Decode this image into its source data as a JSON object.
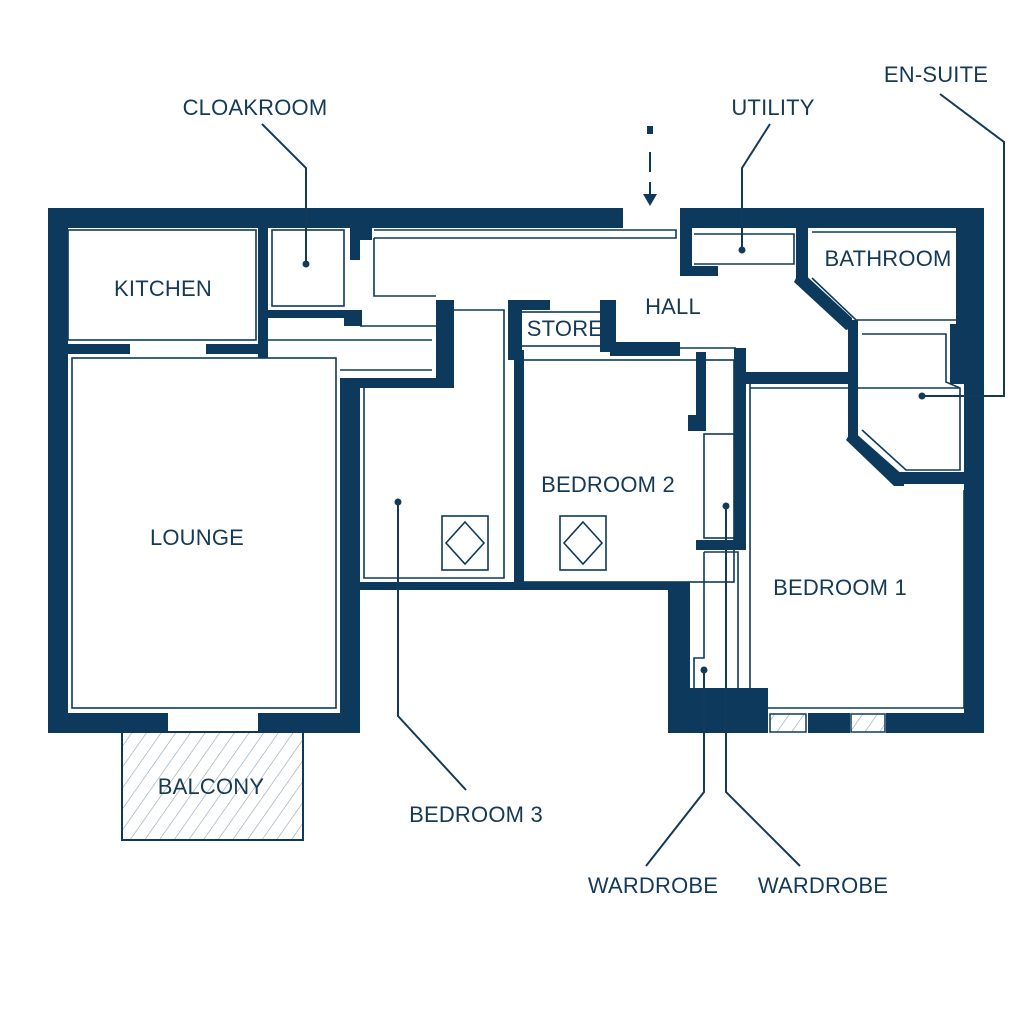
{
  "colors": {
    "wall": "#0d3a5c",
    "text": "#143a57",
    "background": "#ffffff"
  },
  "rooms": {
    "kitchen": "KITCHEN",
    "lounge": "LOUNGE",
    "balcony": "BALCONY",
    "hall": "HALL",
    "store": "STORE",
    "bathroom": "BATHROOM",
    "bedroom1": "BEDROOM 1",
    "bedroom2": "BEDROOM 2"
  },
  "callouts": {
    "cloakroom": "CLOAKROOM",
    "utility": "UTILITY",
    "ensuite": "EN-SUITE",
    "bedroom3": "BEDROOM 3",
    "wardrobe_left": "WARDROBE",
    "wardrobe_right": "WARDROBE"
  },
  "icons": {
    "entrance": "entrance-arrow-icon",
    "wardrobe_symbol": "diamond-wardrobe-icon"
  }
}
